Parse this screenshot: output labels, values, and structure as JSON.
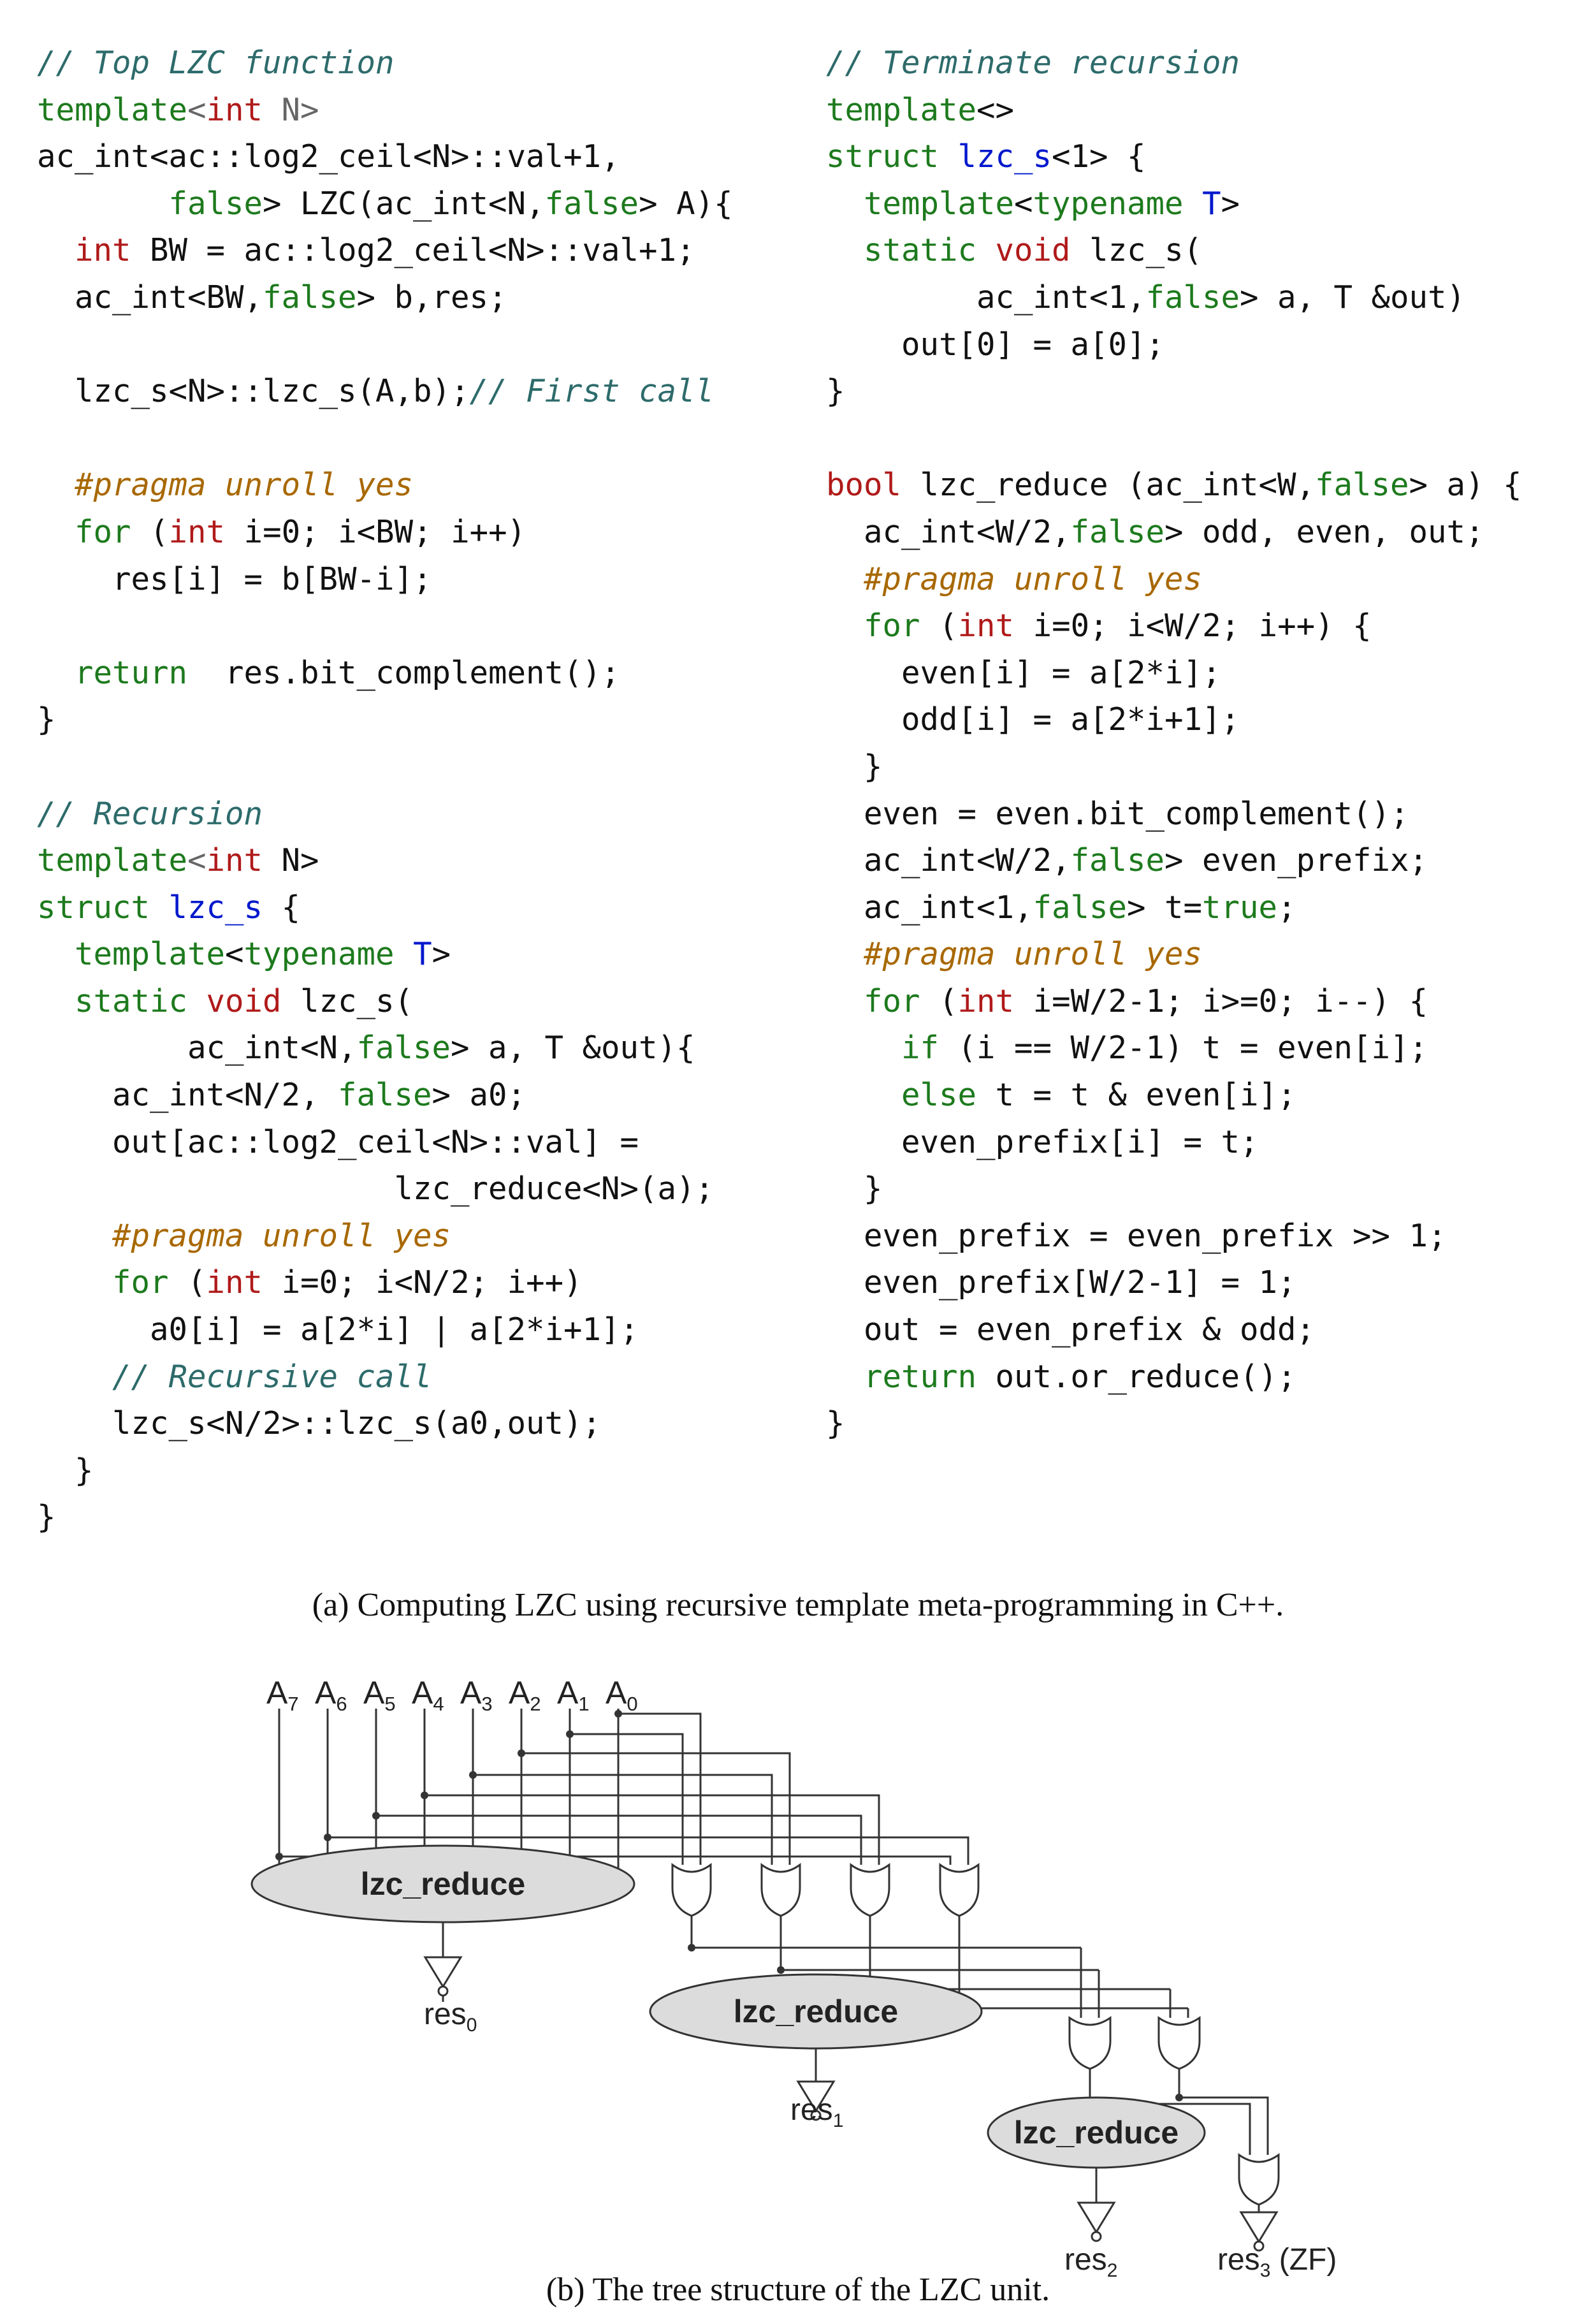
{
  "code_left": [
    [
      [
        "// Top LZC function",
        "cm"
      ]
    ],
    [
      [
        "template",
        "kw"
      ],
      [
        "<",
        "op"
      ],
      [
        "int",
        "ty"
      ],
      [
        " N>",
        "op"
      ]
    ],
    [
      [
        "ac_int<ac::log2_ceil<N>::val+1,",
        ""
      ]
    ],
    [
      [
        "       ",
        ""
      ],
      [
        "false",
        "kw"
      ],
      [
        "> LZC(ac_int<N,",
        ""
      ],
      [
        "false",
        "kw"
      ],
      [
        "> A){",
        ""
      ]
    ],
    [
      [
        "  ",
        ""
      ],
      [
        "int",
        "ty"
      ],
      [
        " BW = ac::log2_ceil<N>::val+1;",
        ""
      ]
    ],
    [
      [
        "  ac_int<BW,",
        ""
      ],
      [
        "false",
        "kw"
      ],
      [
        "> b,res;",
        ""
      ]
    ],
    [],
    [
      [
        "  lzc_s<N>::lzc_s(A,b);",
        ""
      ],
      [
        "// First call",
        "cm"
      ]
    ],
    [],
    [
      [
        "  ",
        ""
      ],
      [
        "#pragma unroll yes",
        "pr"
      ]
    ],
    [
      [
        "  ",
        ""
      ],
      [
        "for",
        "kw"
      ],
      [
        " (",
        ""
      ],
      [
        "int",
        "ty"
      ],
      [
        " i=0; i<BW; i++)",
        ""
      ]
    ],
    [
      [
        "    res[i] = b[BW-i];",
        ""
      ]
    ],
    [],
    [
      [
        "  ",
        ""
      ],
      [
        "return",
        "kw"
      ],
      [
        "  res.bit_complement();",
        ""
      ]
    ],
    [
      [
        "}",
        ""
      ]
    ],
    [],
    [
      [
        "// Recursion",
        "cm"
      ]
    ],
    [
      [
        "template",
        "kw"
      ],
      [
        "<",
        "op"
      ],
      [
        "int",
        "ty"
      ],
      [
        " N>",
        ""
      ]
    ],
    [
      [
        "struct",
        "kw"
      ],
      [
        " ",
        ""
      ],
      [
        "lzc_s",
        "ds"
      ],
      [
        " {",
        ""
      ]
    ],
    [
      [
        "  ",
        ""
      ],
      [
        "template",
        "kw"
      ],
      [
        "<",
        ""
      ],
      [
        "typename",
        "kw"
      ],
      [
        " ",
        ""
      ],
      [
        "T",
        "ds"
      ],
      [
        ">",
        ""
      ]
    ],
    [
      [
        "  ",
        ""
      ],
      [
        "static",
        "kw"
      ],
      [
        " ",
        ""
      ],
      [
        "void",
        "ty"
      ],
      [
        " lzc_s(",
        ""
      ]
    ],
    [
      [
        "        ac_int<N,",
        ""
      ],
      [
        "false",
        "kw"
      ],
      [
        "> a, T &out){",
        ""
      ]
    ],
    [
      [
        "    ac_int<N/2, ",
        ""
      ],
      [
        "false",
        "kw"
      ],
      [
        "> a0;",
        ""
      ]
    ],
    [
      [
        "    out[ac::log2_ceil<N>::val] =",
        ""
      ]
    ],
    [
      [
        "                   lzc_reduce<N>(a);",
        ""
      ]
    ],
    [
      [
        "    ",
        ""
      ],
      [
        "#pragma unroll yes",
        "pr"
      ]
    ],
    [
      [
        "    ",
        ""
      ],
      [
        "for",
        "kw"
      ],
      [
        " (",
        ""
      ],
      [
        "int",
        "ty"
      ],
      [
        " i=0; i<N/2; i++)",
        ""
      ]
    ],
    [
      [
        "      a0[i] = a[2*i] | a[2*i+1];",
        ""
      ]
    ],
    [
      [
        "    ",
        ""
      ],
      [
        "// Recursive call",
        "cm"
      ]
    ],
    [
      [
        "    lzc_s<N/2>::lzc_s(a0,out);",
        ""
      ]
    ],
    [
      [
        "  }",
        ""
      ]
    ],
    [
      [
        "}",
        ""
      ]
    ]
  ],
  "code_right": [
    [
      [
        "// Terminate recursion",
        "cm"
      ]
    ],
    [
      [
        "template",
        "kw"
      ],
      [
        "<>",
        ""
      ]
    ],
    [
      [
        "struct",
        "kw"
      ],
      [
        " ",
        ""
      ],
      [
        "lzc_s",
        "ds"
      ],
      [
        "<1> {",
        ""
      ]
    ],
    [
      [
        "  ",
        ""
      ],
      [
        "template",
        "kw"
      ],
      [
        "<",
        ""
      ],
      [
        "typename",
        "kw"
      ],
      [
        " ",
        ""
      ],
      [
        "T",
        "ds"
      ],
      [
        ">",
        ""
      ]
    ],
    [
      [
        "  ",
        ""
      ],
      [
        "static",
        "kw"
      ],
      [
        " ",
        ""
      ],
      [
        "void",
        "ty"
      ],
      [
        " lzc_s(",
        ""
      ]
    ],
    [
      [
        "        ac_int<1,",
        ""
      ],
      [
        "false",
        "kw"
      ],
      [
        "> a, T &out)",
        ""
      ]
    ],
    [
      [
        "    out[0] = a[0];",
        ""
      ]
    ],
    [
      [
        "}",
        ""
      ]
    ],
    [],
    [
      [
        "bool",
        "ty"
      ],
      [
        " lzc_reduce (ac_int<W,",
        ""
      ],
      [
        "false",
        "kw"
      ],
      [
        "> a) {",
        ""
      ]
    ],
    [
      [
        "  ac_int<W/2,",
        ""
      ],
      [
        "false",
        "kw"
      ],
      [
        "> odd, even, out;",
        ""
      ]
    ],
    [
      [
        "  ",
        ""
      ],
      [
        "#pragma unroll yes",
        "pr"
      ]
    ],
    [
      [
        "  ",
        ""
      ],
      [
        "for",
        "kw"
      ],
      [
        " (",
        ""
      ],
      [
        "int",
        "ty"
      ],
      [
        " i=0; i<W/2; i++) {",
        ""
      ]
    ],
    [
      [
        "    even[i] = a[2*i];",
        ""
      ]
    ],
    [
      [
        "    odd[i] = a[2*i+1];",
        ""
      ]
    ],
    [
      [
        "  }",
        ""
      ]
    ],
    [
      [
        "  even = even.bit_complement();",
        ""
      ]
    ],
    [
      [
        "  ac_int<W/2,",
        ""
      ],
      [
        "false",
        "kw"
      ],
      [
        "> even_prefix;",
        ""
      ]
    ],
    [
      [
        "  ac_int<1,",
        ""
      ],
      [
        "false",
        "kw"
      ],
      [
        "> t=",
        ""
      ],
      [
        "true",
        "kw"
      ],
      [
        ";",
        ""
      ]
    ],
    [
      [
        "  ",
        ""
      ],
      [
        "#pragma unroll yes",
        "pr"
      ]
    ],
    [
      [
        "  ",
        ""
      ],
      [
        "for",
        "kw"
      ],
      [
        " (",
        ""
      ],
      [
        "int",
        "ty"
      ],
      [
        " i=W/2-1; i>=0; i--) {",
        ""
      ]
    ],
    [
      [
        "    ",
        ""
      ],
      [
        "if",
        "kw"
      ],
      [
        " (i == W/2-1) t = even[i];",
        ""
      ]
    ],
    [
      [
        "    ",
        ""
      ],
      [
        "else",
        "kw"
      ],
      [
        " t = t & even[i];",
        ""
      ]
    ],
    [
      [
        "    even_prefix[i] = t;",
        ""
      ]
    ],
    [
      [
        "  }",
        ""
      ]
    ],
    [
      [
        "  even_prefix = even_prefix >> 1;",
        ""
      ]
    ],
    [
      [
        "  even_prefix[W/2-1] = 1;",
        ""
      ]
    ],
    [
      [
        "  out = even_prefix & odd;",
        ""
      ]
    ],
    [
      [
        "  ",
        ""
      ],
      [
        "return",
        "kw"
      ],
      [
        " out.or_reduce();",
        ""
      ]
    ],
    [
      [
        "}",
        ""
      ]
    ]
  ],
  "captions": {
    "a": "(a) Computing LZC using recursive template meta-programming in C++.",
    "b": "(b) The tree structure of the LZC unit."
  },
  "diagram": {
    "input_labels": [
      {
        "base": "A",
        "sub": "7"
      },
      {
        "base": "A",
        "sub": "6"
      },
      {
        "base": "A",
        "sub": "5"
      },
      {
        "base": "A",
        "sub": "4"
      },
      {
        "base": "A",
        "sub": "3"
      },
      {
        "base": "A",
        "sub": "2"
      },
      {
        "base": "A",
        "sub": "1"
      },
      {
        "base": "A",
        "sub": "0"
      }
    ],
    "reduce_labels": [
      "lzc_reduce",
      "lzc_reduce",
      "lzc_reduce"
    ],
    "outputs": [
      {
        "base": "res",
        "sub": "0",
        "suffix": ""
      },
      {
        "base": "res",
        "sub": "1",
        "suffix": ""
      },
      {
        "base": "res",
        "sub": "2",
        "suffix": ""
      },
      {
        "base": "res",
        "sub": "3",
        "suffix": " (ZF)"
      }
    ],
    "colors": {
      "ellipse_fill": "#dcdcdc",
      "line": "#333333"
    }
  }
}
